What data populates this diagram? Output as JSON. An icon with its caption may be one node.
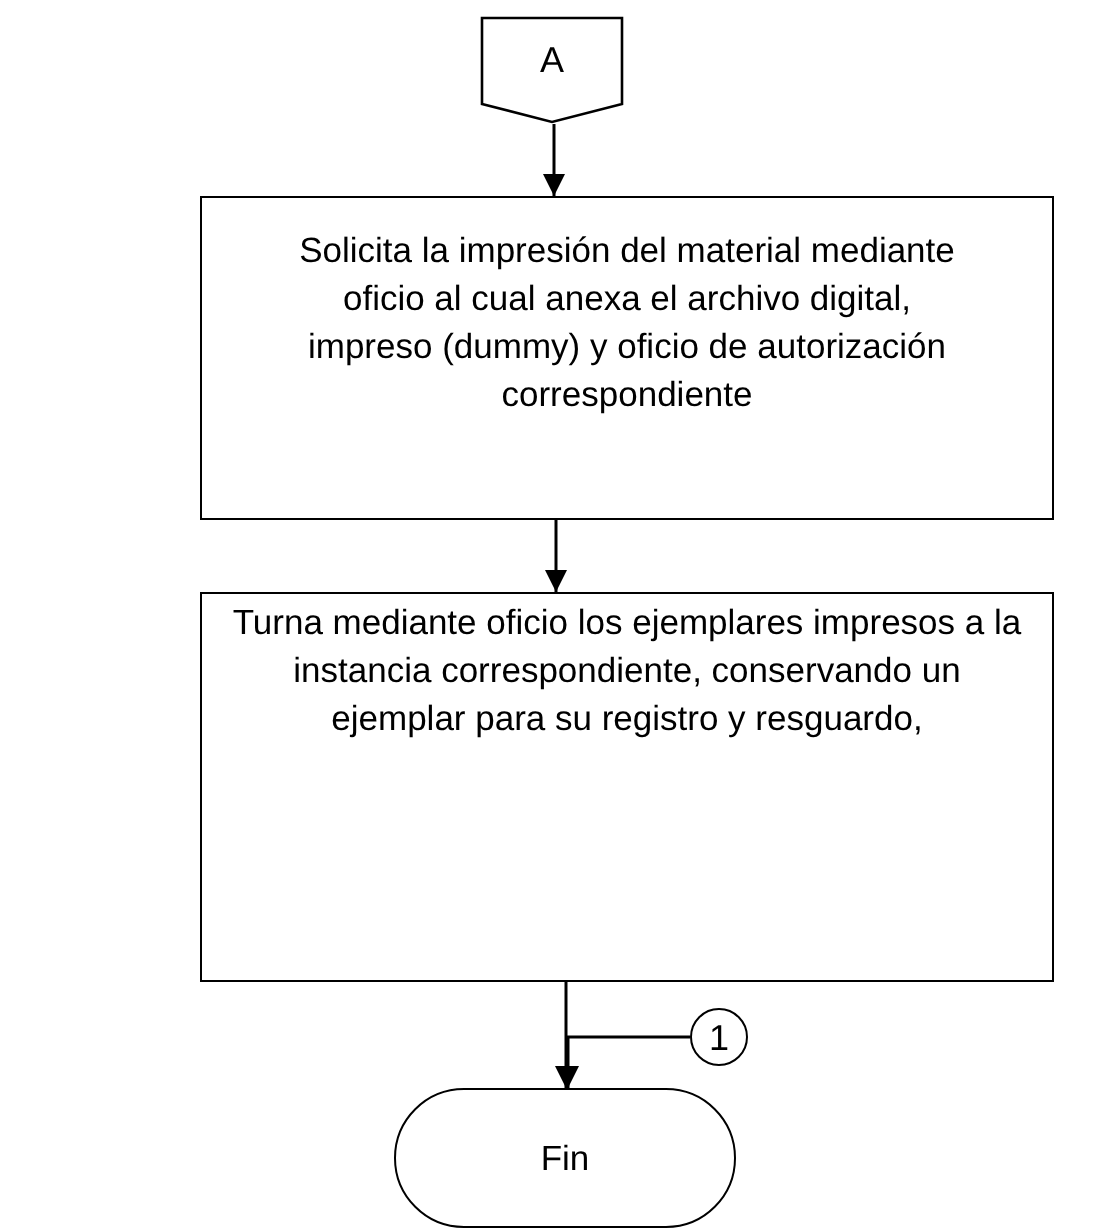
{
  "diagram": {
    "nodes": [
      {
        "text": [
          "A"
        ]
      },
      {
        "text": [
          "Solicita la impresión del material mediante oficio al cual anexa el archivo digital, impreso (dummy) y oficio de autorización correspondiente"
        ]
      },
      {
        "text": [
          "Turna mediante oficio los ejemplares impresos a la instancia correspondiente, conservando un ejemplar para su registro y resguardo,"
        ]
      },
      {
        "text": [
          "1"
        ]
      },
      {
        "text": [
          "Fin"
        ]
      }
    ],
    "edges": [
      {
        "from": 0,
        "to": 1,
        "arrow": "to"
      },
      {
        "from": 1,
        "to": 2,
        "arrow": "to"
      },
      {
        "from": 2,
        "to": 4,
        "arrow": "to"
      },
      {
        "from": 3,
        "to": 4,
        "arrow": "to"
      }
    ]
  }
}
